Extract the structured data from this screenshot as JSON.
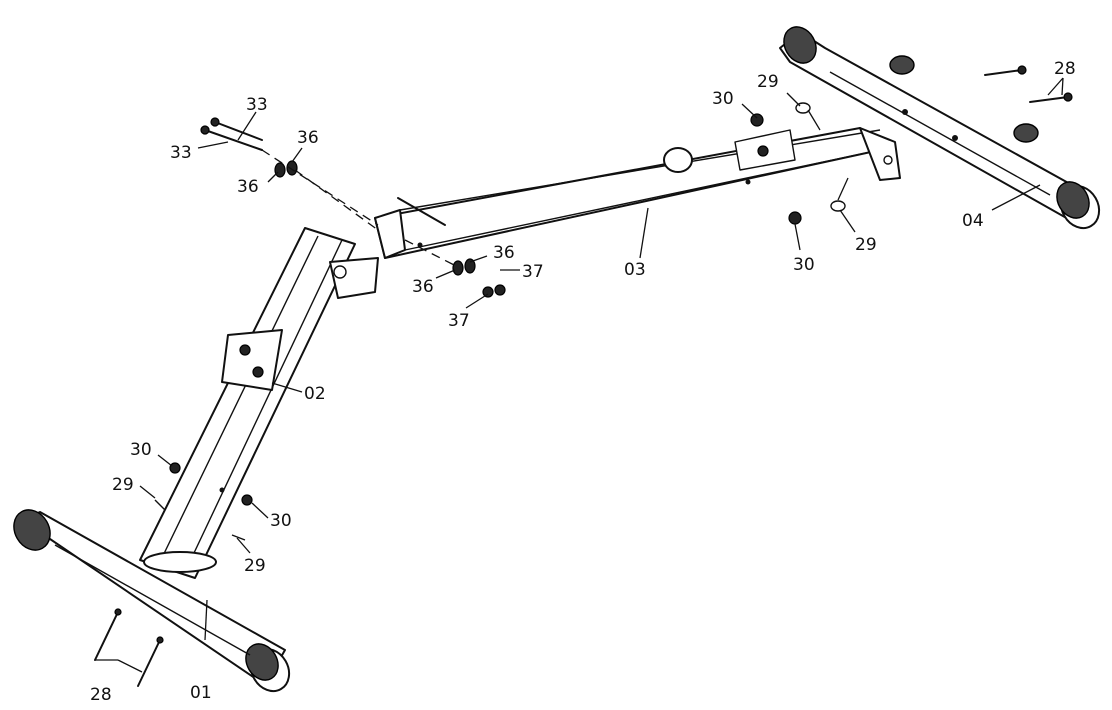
{
  "labels": [
    {
      "id": "lbl-01",
      "text": "01"
    },
    {
      "id": "lbl-02",
      "text": "02"
    },
    {
      "id": "lbl-03",
      "text": "03"
    },
    {
      "id": "lbl-04",
      "text": "04"
    },
    {
      "id": "lbl-28a",
      "text": "28"
    },
    {
      "id": "lbl-28b",
      "text": "28"
    },
    {
      "id": "lbl-29a",
      "text": "29"
    },
    {
      "id": "lbl-29b",
      "text": "29"
    },
    {
      "id": "lbl-29c",
      "text": "29"
    },
    {
      "id": "lbl-29d",
      "text": "29"
    },
    {
      "id": "lbl-30a",
      "text": "30"
    },
    {
      "id": "lbl-30b",
      "text": "30"
    },
    {
      "id": "lbl-30c",
      "text": "30"
    },
    {
      "id": "lbl-30d",
      "text": "30"
    },
    {
      "id": "lbl-33a",
      "text": "33"
    },
    {
      "id": "lbl-33b",
      "text": "33"
    },
    {
      "id": "lbl-36a",
      "text": "36"
    },
    {
      "id": "lbl-36b",
      "text": "36"
    },
    {
      "id": "lbl-36c",
      "text": "36"
    },
    {
      "id": "lbl-36d",
      "text": "36"
    },
    {
      "id": "lbl-37a",
      "text": "37"
    },
    {
      "id": "lbl-37b",
      "text": "37"
    }
  ]
}
